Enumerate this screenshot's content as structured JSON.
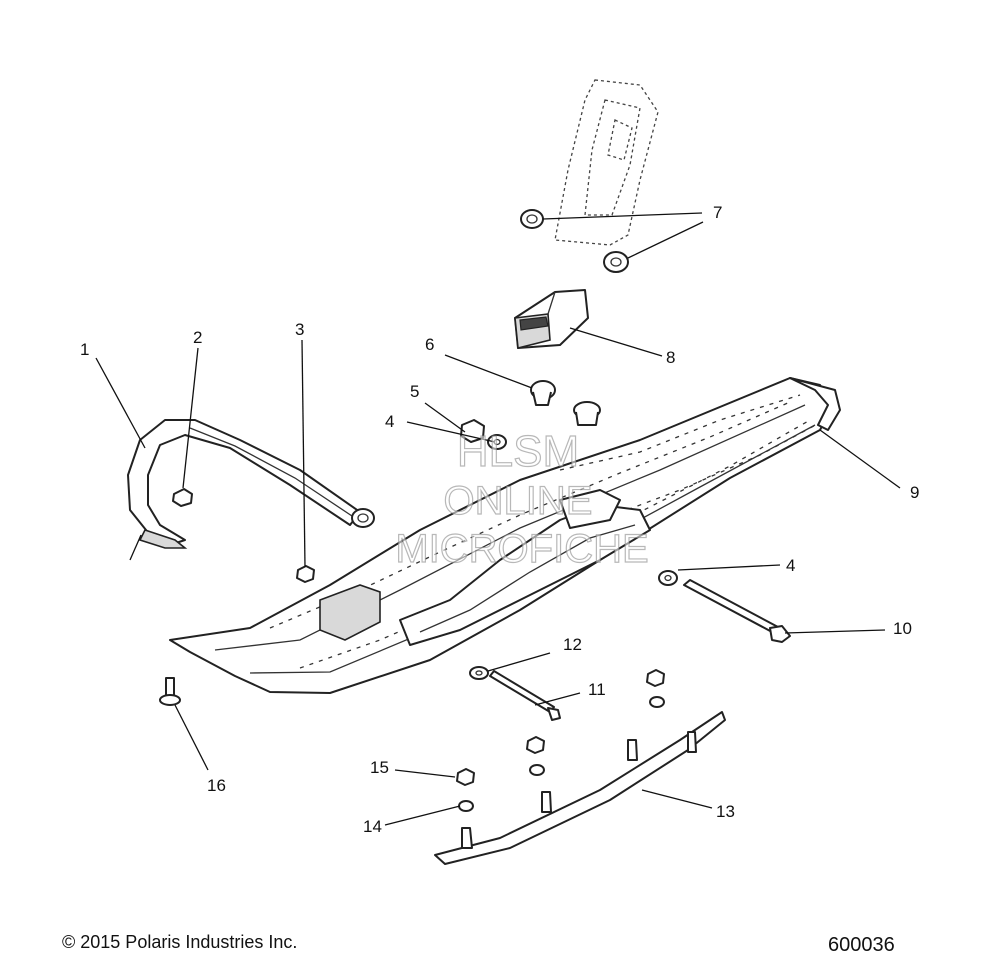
{
  "watermark": {
    "line1": "HLSM",
    "line2": "ONLINE",
    "line3": "MICROFICHE"
  },
  "callouts": {
    "c1": "1",
    "c2": "2",
    "c3": "3",
    "c4a": "4",
    "c4b": "4",
    "c5": "5",
    "c6": "6",
    "c7": "7",
    "c8": "8",
    "c9": "9",
    "c10": "10",
    "c11": "11",
    "c12": "12",
    "c13": "13",
    "c14": "14",
    "c15": "15",
    "c16": "16"
  },
  "footer": {
    "copyright": "© 2015 Polaris Industries Inc.",
    "diagram_id": "600036"
  }
}
